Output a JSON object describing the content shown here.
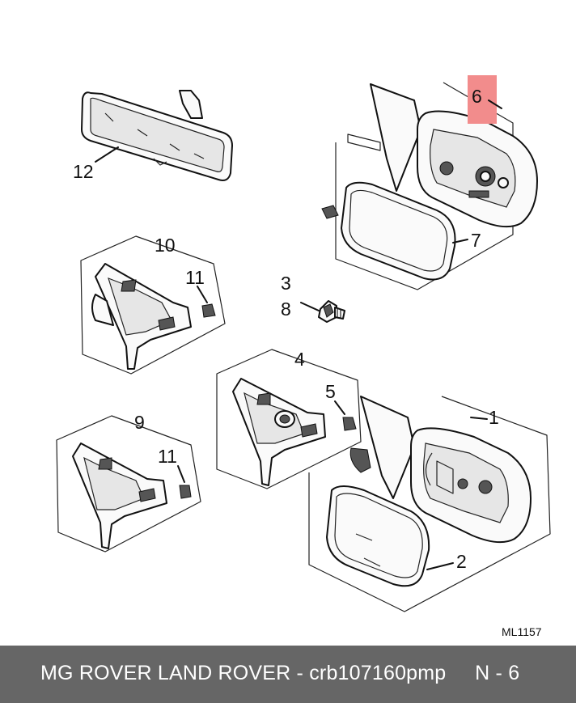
{
  "diagram": {
    "callouts": [
      "1",
      "2",
      "3",
      "4",
      "5",
      "6",
      "7",
      "8",
      "9",
      "10",
      "11",
      "11",
      "12"
    ],
    "highlight_color": "#f28c8c",
    "drawing_code": "ML1157"
  },
  "footer": {
    "text": "MG ROVER LAND ROVER - crb107160pmp     N - 6",
    "background": "#666666"
  }
}
